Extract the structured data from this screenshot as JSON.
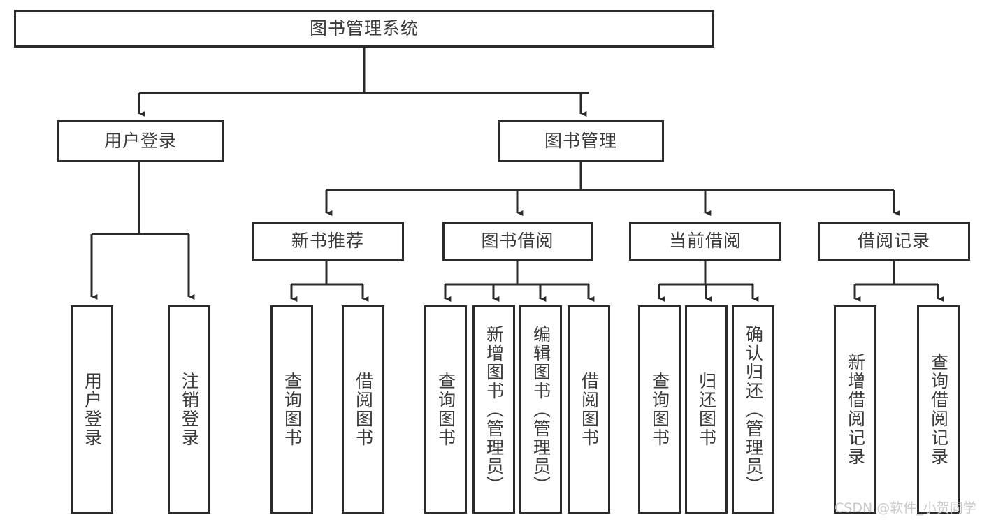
{
  "diagram": {
    "type": "tree",
    "title_node": {
      "label": "图书管理系统"
    },
    "level1": [
      {
        "label": "用户登录"
      },
      {
        "label": "图书管理"
      }
    ],
    "level2": [
      {
        "label": "新书推荐"
      },
      {
        "label": "图书借阅"
      },
      {
        "label": "当前借阅"
      },
      {
        "label": "借阅记录"
      }
    ],
    "leaves": {
      "user_login": [
        {
          "label": "用户登录"
        },
        {
          "label": "注销登录"
        }
      ],
      "new_book_recommend": [
        {
          "label": "查询图书"
        },
        {
          "label": "借阅图书"
        }
      ],
      "book_borrow": [
        {
          "label": "查询图书"
        },
        {
          "label": "新增图书（管理员）"
        },
        {
          "label": "编辑图书（管理员）"
        },
        {
          "label": "借阅图书"
        }
      ],
      "current_borrow": [
        {
          "label": "查询图书"
        },
        {
          "label": "归还图书"
        },
        {
          "label": "确认归还（管理员）"
        }
      ],
      "borrow_record": [
        {
          "label": "新增借阅记录"
        },
        {
          "label": "查询借阅记录"
        }
      ]
    }
  },
  "watermark": {
    "text": "CSDN @软件_小贺同学"
  },
  "colors": {
    "stroke": "#2b2b2b",
    "text": "#3a3a3a",
    "background": "#ffffff",
    "watermark": "#c9c9c9"
  }
}
